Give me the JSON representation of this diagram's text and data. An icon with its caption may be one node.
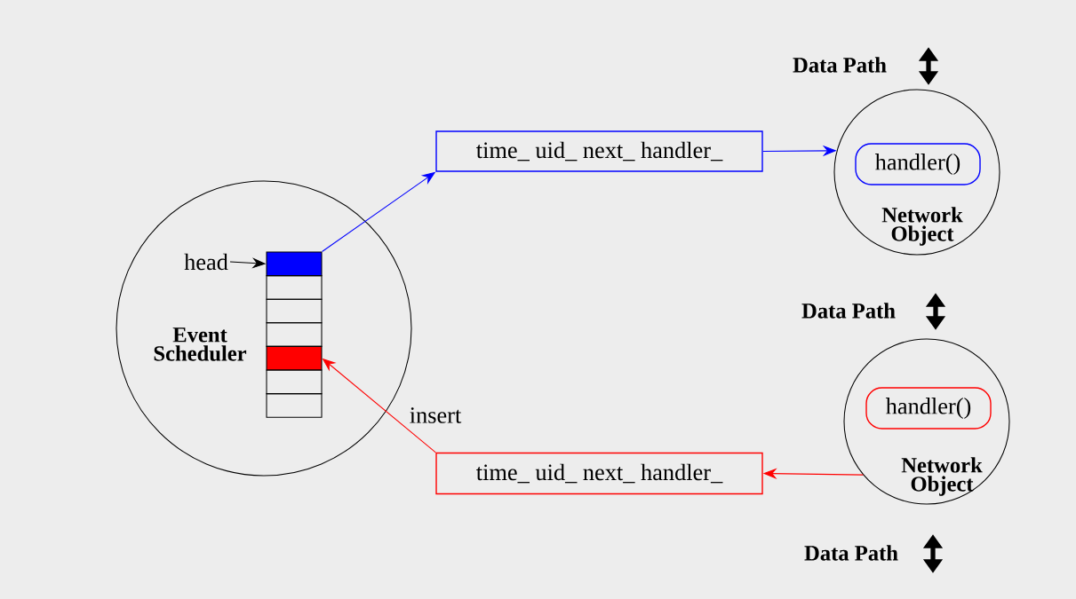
{
  "diagram": {
    "nodes": [
      {
        "text": [
          "Event Scheduler"
        ]
      },
      {
        "text": [],
        "shape": "box",
        "in": 0
      },
      {
        "text": [],
        "shape": "box",
        "in": 0
      },
      {
        "text": [],
        "shape": "box",
        "in": 0
      },
      {
        "text": [],
        "shape": "box",
        "in": 0
      },
      {
        "text": [],
        "shape": "box",
        "in": 0
      },
      {
        "text": [],
        "shape": "box",
        "in": 0
      },
      {
        "text": [],
        "shape": "box",
        "in": 0
      },
      {
        "text": [
          "head"
        ],
        "in": 0
      },
      {
        "text": [
          "time_ uid_ next_ handler_"
        ]
      },
      {
        "text": [
          "Network Object"
        ]
      },
      {
        "text": [
          "handler()"
        ],
        "in": 10
      },
      {
        "text": [
          "Network Object"
        ]
      },
      {
        "text": [
          "handler()"
        ],
        "in": 12
      },
      {
        "text": [
          "time_ uid_ next_ handler_"
        ]
      }
    ],
    "edges": [
      {
        "from": 8,
        "to": 1,
        "arrow": "to",
        "color": "#000000"
      },
      {
        "from": 1,
        "to": 9,
        "arrow": "to",
        "color": "#0000ff"
      },
      {
        "from": 9,
        "to": 10,
        "arrow": "to",
        "color": "#0000ff"
      },
      {
        "from": 12,
        "to": 14,
        "arrow": "to",
        "color": "#ff0000"
      },
      {
        "from": 14,
        "to": 5,
        "arrow": "to",
        "color": "#ff0000",
        "label": "insert"
      }
    ],
    "labels": [
      "Data Path",
      "Data Path",
      "Data Path"
    ]
  }
}
